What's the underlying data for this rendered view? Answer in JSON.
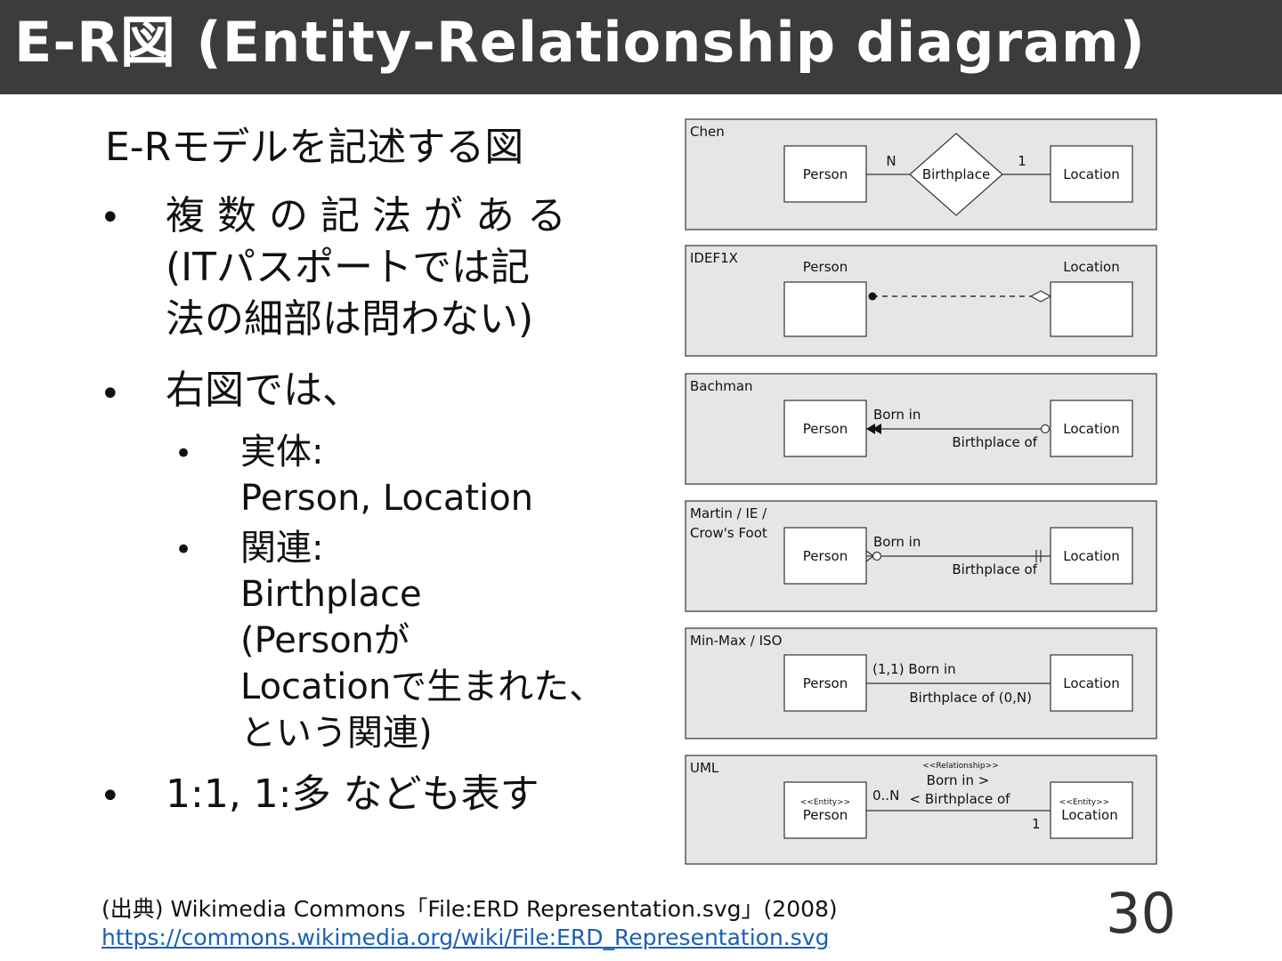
{
  "slide": {
    "title": "E-R図 (Entity-Relationship diagram)",
    "page_number": "30"
  },
  "body": {
    "lead": "E-Rモデルを記述する図",
    "bullets": [
      {
        "lines": [
          "複 数 の 記 法 が あ る",
          "(ITパスポートでは記",
          "法の細部は問わない)"
        ]
      },
      {
        "lines": [
          "右図では、"
        ]
      },
      {
        "lines": [
          "1:1, 1:多 なども表す"
        ]
      }
    ],
    "sub_bullets": [
      {
        "lines": [
          "実体:",
          "Person, Location"
        ]
      },
      {
        "lines": [
          "関連:",
          "Birthplace",
          "(Personが",
          "Locationで生まれた、",
          "という関連)"
        ]
      }
    ]
  },
  "source": {
    "text": "(出典) Wikimedia Commons「File:ERD Representation.svg」(2008)",
    "link": "https://commons.wikimedia.org/wiki/File:ERD_Representation.svg"
  },
  "diagram": {
    "panels": [
      {
        "notation": "Chen",
        "left": "Person",
        "right": "Location",
        "relationship": "Birthplace",
        "left_card": "N",
        "right_card": "1"
      },
      {
        "notation": "IDEF1X",
        "left": "Person",
        "right": "Location"
      },
      {
        "notation": "Bachman",
        "left": "Person",
        "right": "Location",
        "top_label": "Born in",
        "bottom_label": "Birthplace of"
      },
      {
        "notation_lines": [
          "Martin / IE /",
          "Crow's Foot"
        ],
        "left": "Person",
        "right": "Location",
        "top_label": "Born in",
        "bottom_label": "Birthplace of"
      },
      {
        "notation": "Min-Max / ISO",
        "left": "Person",
        "right": "Location",
        "top_label": "(1,1) Born in",
        "bottom_label": "Birthplace of (0,N)"
      },
      {
        "notation": "UML",
        "left": "Person",
        "right": "Location",
        "left_stereotype": "<<Entity>>",
        "right_stereotype": "<<Entity>>",
        "rel_stereotype": "<<Relationship>>",
        "top_label": "Born in >",
        "bottom_label": "< Birthplace of",
        "left_card": "0..N",
        "right_card": "1"
      }
    ]
  }
}
